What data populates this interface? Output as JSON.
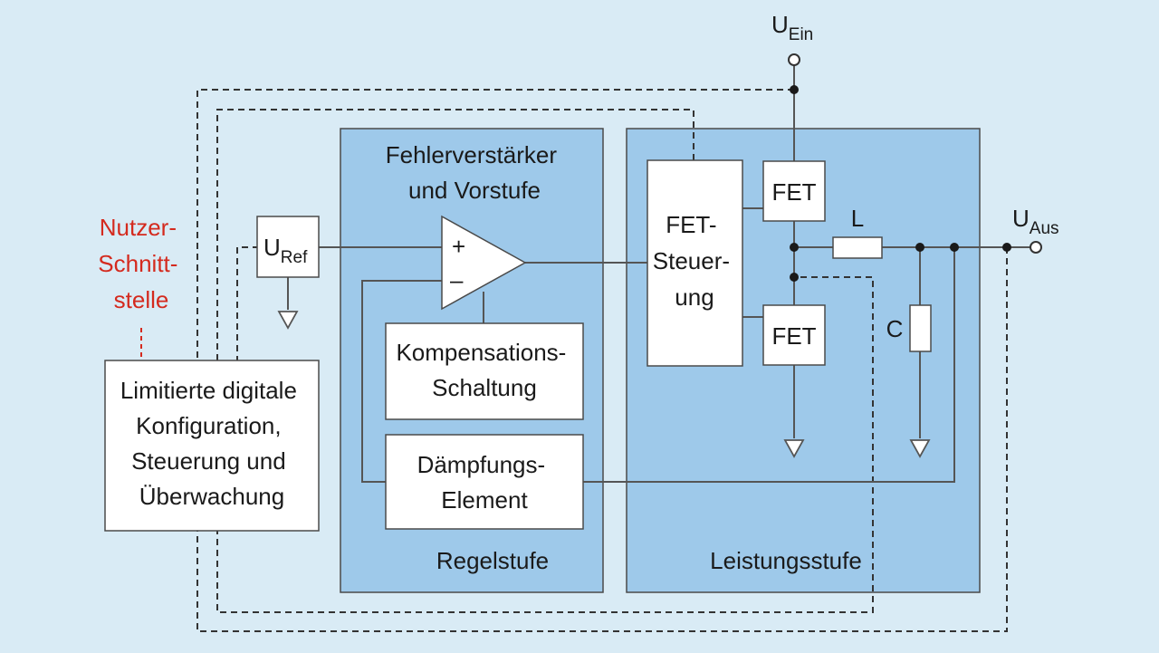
{
  "labels": {
    "u_ein_main": "U",
    "u_ein_sub": "Ein",
    "u_aus_main": "U",
    "u_aus_sub": "Aus",
    "u_ref_main": "U",
    "u_ref_sub": "Ref",
    "user_interface": [
      "Nutzer-",
      "Schnitt-",
      "stelle"
    ],
    "digital_block": [
      "Limitierte digitale",
      "Konfiguration,",
      "Steuerung und",
      "Überwachung"
    ],
    "error_amp": [
      "Fehlerverstärker",
      "und Vorstufe"
    ],
    "plus": "+",
    "minus": "–",
    "compensation": [
      "Kompensations-",
      "Schaltung"
    ],
    "damping": [
      "Dämpfungs-",
      "Element"
    ],
    "regelstufe": "Regelstufe",
    "fet_control": [
      "FET-",
      "Steuer-",
      "ung"
    ],
    "fet_top": "FET",
    "fet_bottom": "FET",
    "inductor": "L",
    "capacitor": "C",
    "leistungsstufe": "Leistungsstufe"
  }
}
